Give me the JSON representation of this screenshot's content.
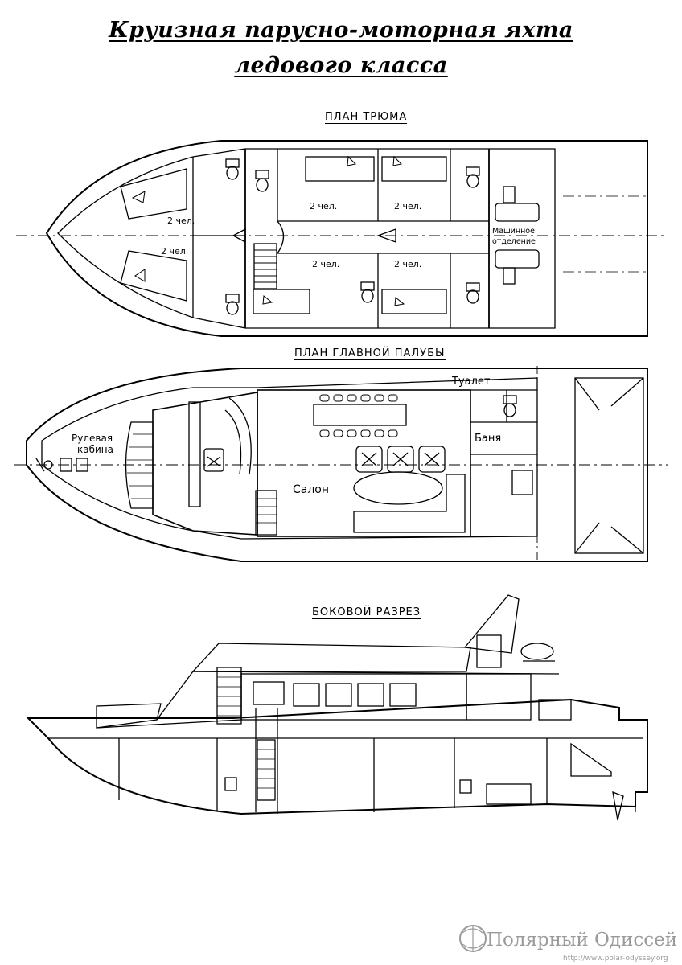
{
  "title": {
    "line1": "Круизная парусно-моторная яхта",
    "line2": "ледового класса"
  },
  "sections": {
    "hold_plan": "План трюма",
    "main_deck_plan": "План главной палубы",
    "side_section": "Боковой разрез"
  },
  "hold_labels": {
    "cabin_2_people": "2 чел.",
    "engine_room_line1": "Машинное",
    "engine_room_line2": "отделение"
  },
  "deck_labels": {
    "wheelhouse_line1": "Рулевая",
    "wheelhouse_line2": "кабина",
    "salon": "Салон",
    "toilet": "Туалет",
    "bath": "Баня"
  },
  "watermark": {
    "name": "Полярный Одиссей",
    "url": "http://www.polar-odyssey.org"
  },
  "colors": {
    "ink": "#000000",
    "paper": "#ffffff",
    "watermark": "#bdbdbd"
  }
}
